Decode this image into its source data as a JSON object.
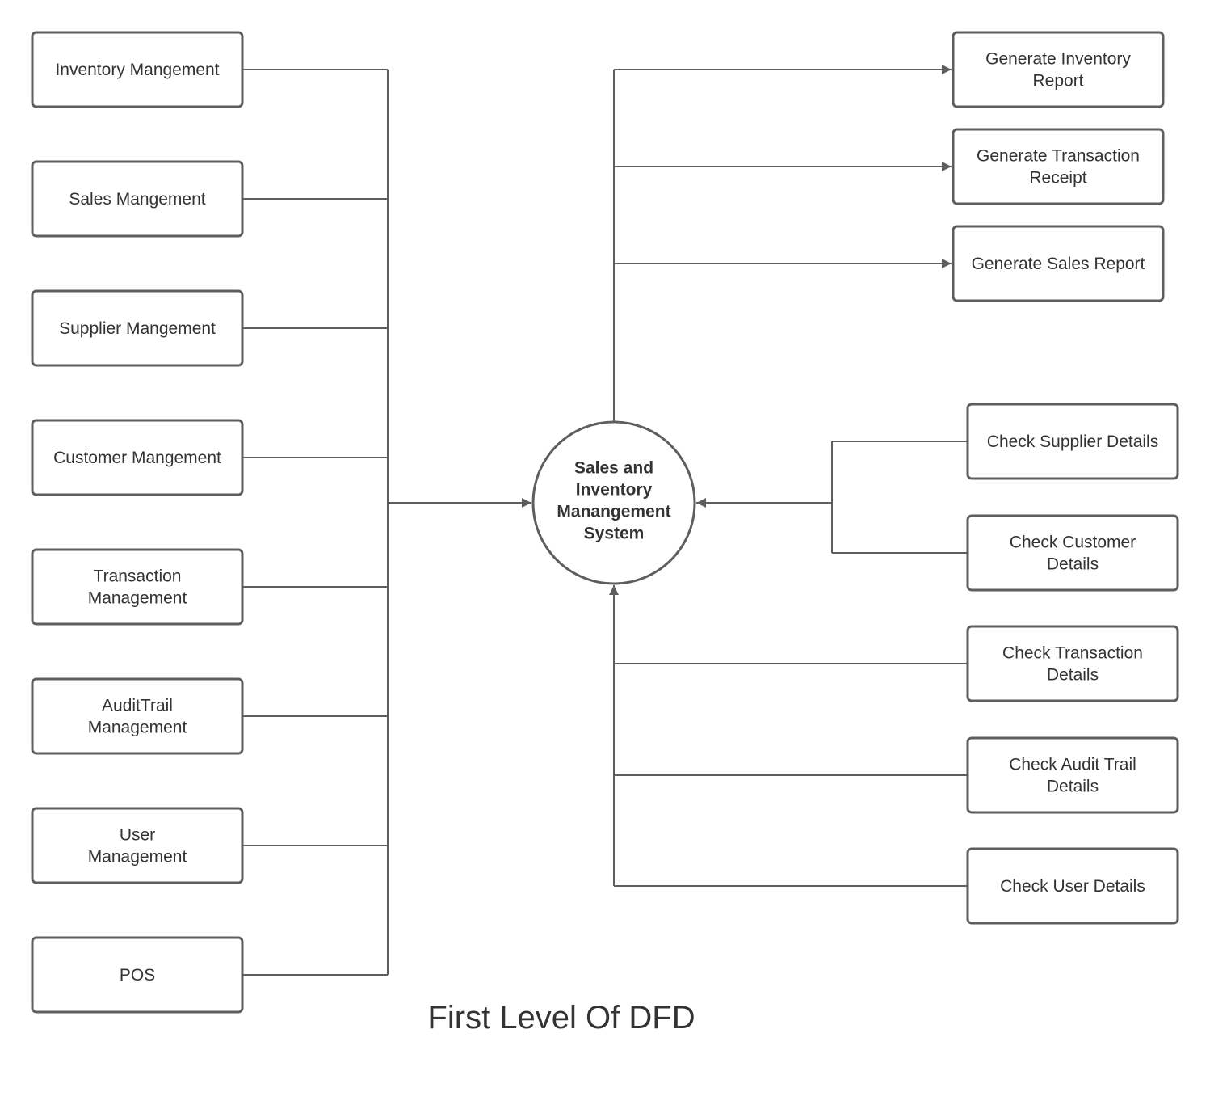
{
  "diagram": {
    "title": "First Level Of DFD",
    "center_process": {
      "lines": [
        "Sales and",
        "Inventory",
        "Manangement",
        "System"
      ]
    },
    "input_modules": [
      {
        "lines": [
          "Inventory Mangement"
        ]
      },
      {
        "lines": [
          "Sales Mangement"
        ]
      },
      {
        "lines": [
          "Supplier Mangement"
        ]
      },
      {
        "lines": [
          "Customer Mangement"
        ]
      },
      {
        "lines": [
          "Transaction",
          "Management"
        ]
      },
      {
        "lines": [
          "AuditTrail",
          "Management"
        ]
      },
      {
        "lines": [
          "User",
          "Management"
        ]
      },
      {
        "lines": [
          "POS"
        ]
      }
    ],
    "output_reports": [
      {
        "lines": [
          "Generate Inventory",
          "Report"
        ]
      },
      {
        "lines": [
          "Generate Transaction",
          "Receipt"
        ]
      },
      {
        "lines": [
          "Generate Sales Report"
        ]
      }
    ],
    "detail_checks": [
      {
        "lines": [
          "Check Supplier Details"
        ]
      },
      {
        "lines": [
          "Check Customer",
          "Details"
        ]
      },
      {
        "lines": [
          "Check Transaction",
          "Details"
        ]
      },
      {
        "lines": [
          "Check Audit Trail",
          "Details"
        ]
      },
      {
        "lines": [
          "Check User Details"
        ]
      }
    ],
    "colors": {
      "stroke": "#5e5e5e",
      "text": "#333333",
      "background": "#ffffff"
    }
  }
}
